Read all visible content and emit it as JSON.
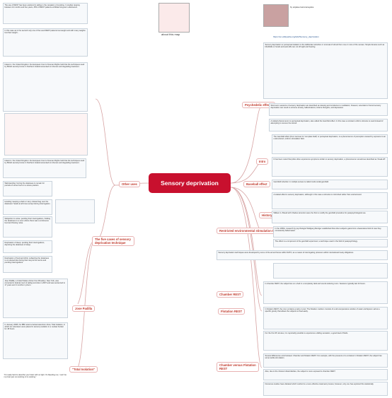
{
  "central": "Sensory deprivation",
  "branches": {
    "other_uses": "Other uses",
    "five_cases": "The five cases of sensory deprivation technique",
    "psychedelic": "Psychedelic effects",
    "intro": "Intro",
    "baseball": "Baseball effect",
    "history": "History",
    "rest": "Restricted environmental stimulation therapy (REST)",
    "chamber": "Chamber REST",
    "flotation": "Flotation REST",
    "chamber_vs": "Chamber versus Flotation REST",
    "five_cases_pub": "Jose Padilla",
    "total_isolation": "\"Total Isolation\""
  },
  "header": {
    "about": "about this map",
    "author": "by anjalee karunanayake",
    "site": "https://en.wikipedia.org/wiki/Sensory_deprivation"
  },
  "notes": {
    "top_left": "The use of REST has been explored in aiding in the cessation of smoking. In studies ranging between 12 months and five years, 25% of REST patients exhibited long-term abstinence.",
    "israel": "In this case as in the second only one of the used REST patients lost weight and with many weights lost their weight...",
    "ireland": "Ireland v. the United Kingdom: the European Court of Human Rights held that the techniques used by British security forces in Northern Ireland amounted to inhuman and degrading treatment.",
    "wall": "Wall standing: forcing the detainees to remain for periods of some hours in a stress position.",
    "hood": "Hooding: keeping a dark or navy colored bag over the detainees' heads at all times except during interrogation.",
    "noise": "Subjection to noise: pending their interrogations, holding the detainees in a room where there was a continuous loud and hissing noise.",
    "sleep": "Deprivation of sleep: pending their interrogations, depriving the detainees of sleep.",
    "food": "Deprivation of food and drink: subjecting the detainees to a reduced diet during their stay at the centre and pending interrogations.",
    "padilla": "Jose Padilla, a United States citizen from Brooklyn, New York, was convicted in federal court of aiding terrorists in 2007 and was sentenced to 17 years and 4 months in prison.",
    "total_iso": "In January 2008, the BBC aired a factual television show, Total Isolation, in which six volunteers were placed in sensory isolation in a nuclear bunker for 48 hours.",
    "quote": "\"It's really hard to describe your brain with no light. It's bleeding me, I can't be my brain just not working in its working.\"",
    "psy1": "Sensory deprivation or perceptual isolation is the deliberate reduction or removal of stimuli from one or more of the senses. Simple devices such as blindfolds or hoods and earmuffs can cut off sight and hearing.",
    "intro1": "Short-term sessions of sensory deprivation are described as relaxing and conducive to meditation; however, extended or forced sensory deprivation can result in extreme anxiety, hallucinations, bizarre thoughts, and depression.",
    "intro2": "A related phenomenon is perceptual deprivation, also called the Ganzfeld effect. In this case a constant uniform stimulus is used instead of attempting to remove the stimuli.",
    "base1": "The Ganzfeld effect (from German for 'complete field') or perceptual deprivation, is a phenomenon of perception caused by exposure to an unstructured, uniform stimulation field.",
    "base2": "It has been noted that pilots often experience symptoms similar to sensory deprivation, a phenomenon sometimes described as 'break-off'.",
    "base3": "Ganzfeld induction in multiple senses is called multi-modal ganzfeld.",
    "base4": "A related effect is sensory deprivation, although in this case a stimulus is minimized rather than unstructured.",
    "base5": "William G. Braud with Charles Honorton were the first to modify the ganzfeld procedure for parapsychological use.",
    "hist1": "In the 1950s, research by psychologist Wolfgang Metzger established that when subjects gazed into a featureless field of view they consistently hallucinated.",
    "hist2": "The effect is a component of the ganzfeld experiment, a technique used in the field of parapsychology.",
    "rest1": "Sensory deprivation techniques were developed by some of the armed forces within NATO, as a means of interrogating prisoners within international treaty obligations.",
    "chamber1": "In chamber REST, the subject lies on a bed in a completely dark and sound-reducing room. Sessions typically last 24 hours.",
    "flot1": "In flotation REST, the room contains a tank or pool. The flotation medium consists of a skin-temperature solution of water and Epsom salt at a specific gravity that allows the subjects to float easily.",
    "flot2": "For the first 45 minutes, it is reportedly possible to experience a falling sensation, a good deal of fluids.",
    "vs1": "Several differences exist between Chamber and flotation REST. For example, with the presence of a container in flotation REST, the subject has some tactile stimulation.",
    "vs2": "Also, due to the inherent dissimilarities, the subject is more exposed to chamber REST.",
    "vs3": "Numerous studies have debated which method is a more effective treatment process; however, only one has explored this statistically."
  }
}
